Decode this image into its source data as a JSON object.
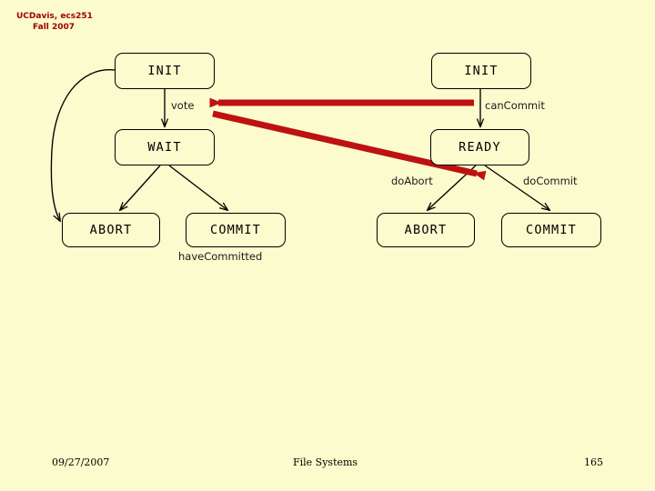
{
  "slide": {
    "background_color": "#FBFBCD",
    "header": {
      "line1": "UCDavis, ecs251",
      "line2": "Fall 2007",
      "color": "#A10000"
    },
    "footer": {
      "date": "09/27/2007",
      "title": "File Systems",
      "page": "165"
    }
  },
  "diagram": {
    "coordinator": {
      "nodes": [
        {
          "id": "init",
          "label": "INIT"
        },
        {
          "id": "wait",
          "label": "WAIT"
        },
        {
          "id": "abort",
          "label": "ABORT"
        },
        {
          "id": "commit",
          "label": "COMMIT"
        }
      ],
      "labels": [
        {
          "id": "vote",
          "text": "vote"
        },
        {
          "id": "have-committed",
          "text": "haveCommitted"
        }
      ]
    },
    "participant": {
      "nodes": [
        {
          "id": "init",
          "label": "INIT"
        },
        {
          "id": "ready",
          "label": "READY"
        },
        {
          "id": "abort",
          "label": "ABORT"
        },
        {
          "id": "commit",
          "label": "COMMIT"
        }
      ],
      "labels": [
        {
          "id": "can-commit",
          "text": "canCommit"
        },
        {
          "id": "do-abort",
          "text": "doAbort"
        },
        {
          "id": "do-commit",
          "text": "doCommit"
        }
      ]
    },
    "message_arrows": {
      "color": "#BE1111",
      "items": [
        {
          "id": "vote-message",
          "direction": "right-to-left"
        },
        {
          "id": "decision-message",
          "direction": "left-to-right-down"
        }
      ]
    },
    "edge_color": "#000000"
  }
}
